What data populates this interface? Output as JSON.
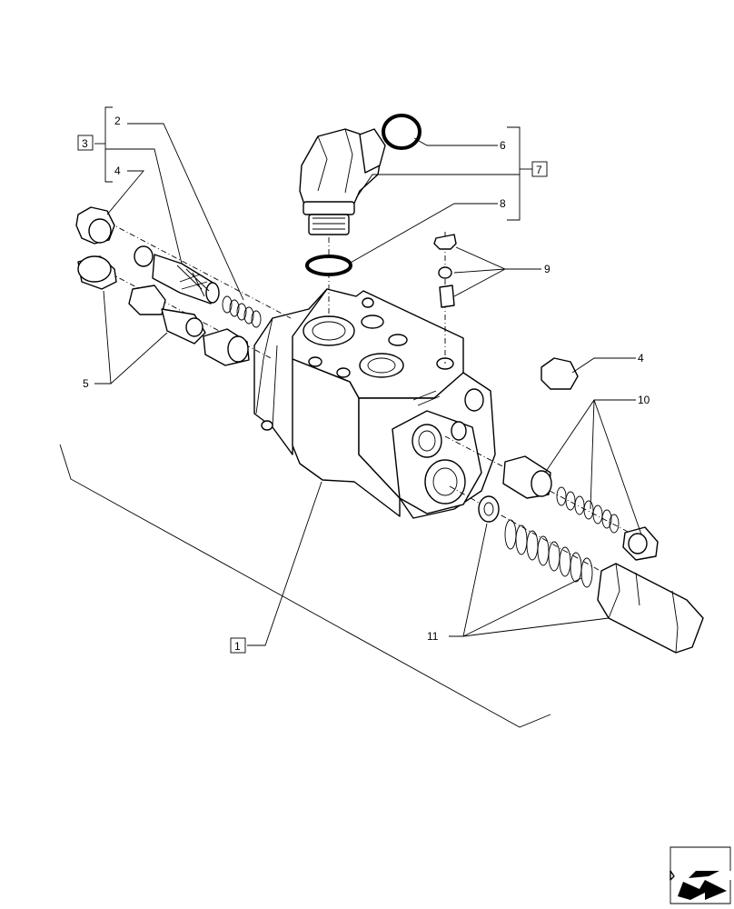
{
  "callouts": {
    "c1": "1",
    "c2": "2",
    "c3": "3",
    "c4a": "4",
    "c4b": "4",
    "c5": "5",
    "c6": "6",
    "c7": "7",
    "c8": "8",
    "c9": "9",
    "c10": "10",
    "c11": "11"
  },
  "icons": {
    "nav": "next-page-arrow-icon"
  }
}
